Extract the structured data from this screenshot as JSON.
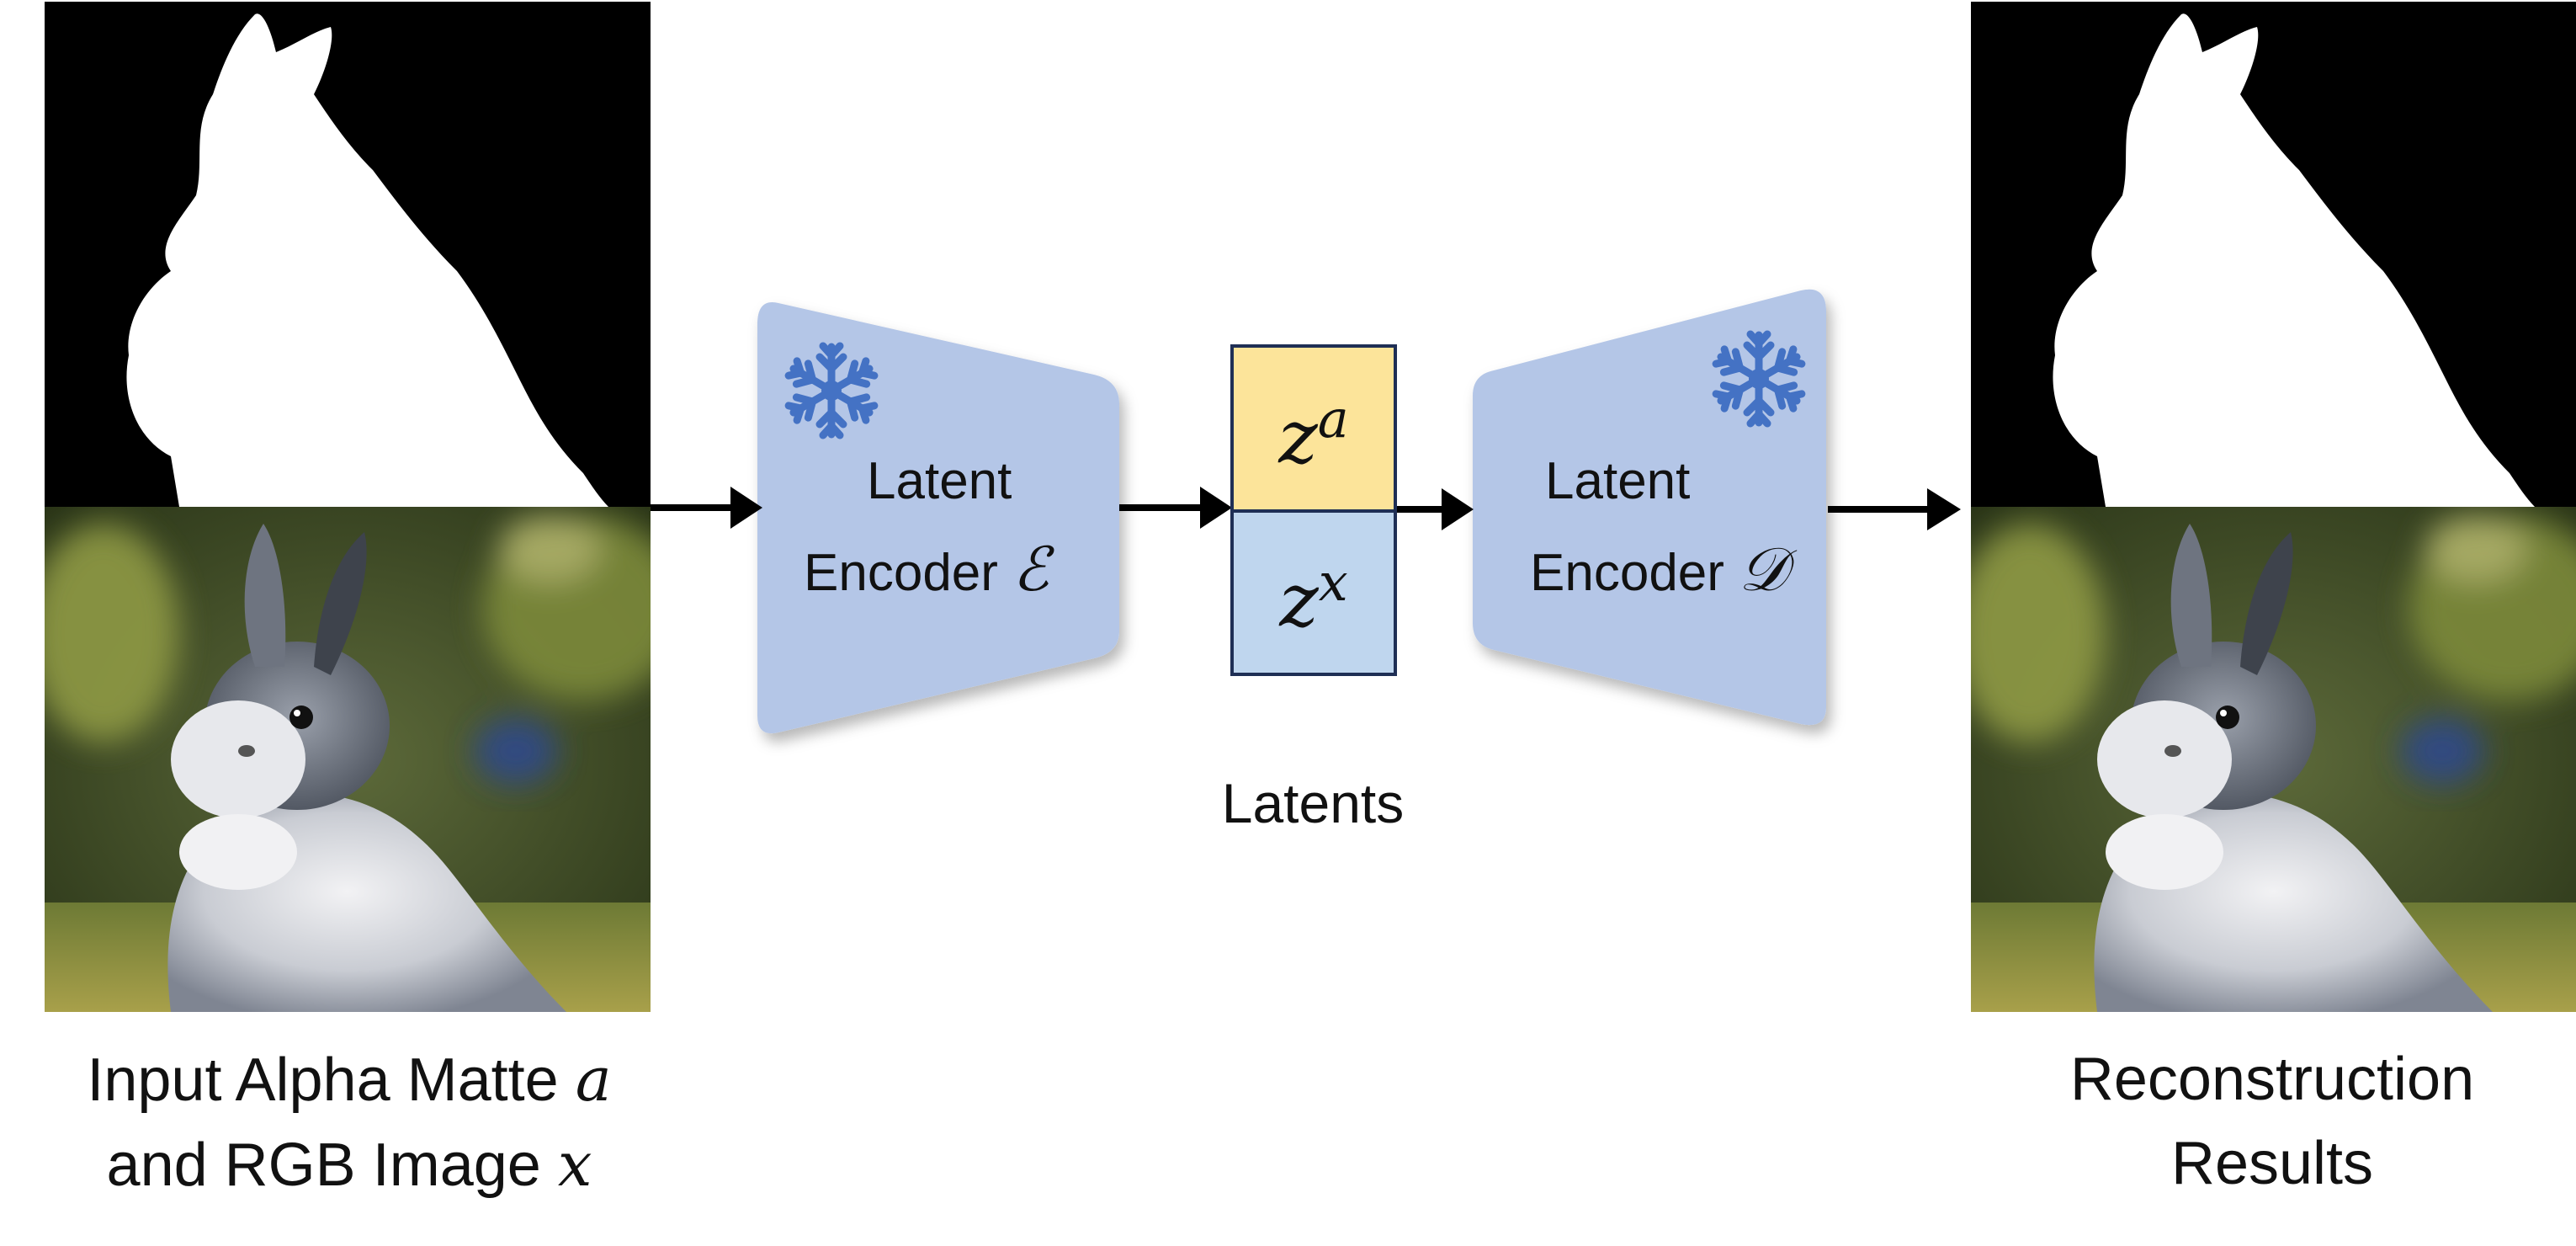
{
  "input": {
    "caption_line1_text": "Input Alpha Matte ",
    "caption_line1_symbol": "a",
    "caption_line2_text": "and RGB Image ",
    "caption_line2_symbol": "x"
  },
  "encoder": {
    "line1": "Latent",
    "line2_text": "Encoder ",
    "line2_symbol": "ℰ",
    "icon": "snowflake-icon"
  },
  "latents": {
    "top": {
      "base": "z",
      "sup": "a",
      "color": "#fce49a"
    },
    "bottom": {
      "base": "z",
      "sup": "x",
      "color": "#bfd6ee"
    },
    "label": "Latents"
  },
  "decoder": {
    "line1": "Latent",
    "line2_text": "Encoder ",
    "line2_symbol": "𝒟",
    "icon": "snowflake-icon"
  },
  "output": {
    "caption_line1": "Reconstruction",
    "caption_line2": "Results"
  },
  "colors": {
    "block_fill": "#b4c6e7",
    "snowflake": "#4472c4",
    "arrow": "#000000"
  }
}
